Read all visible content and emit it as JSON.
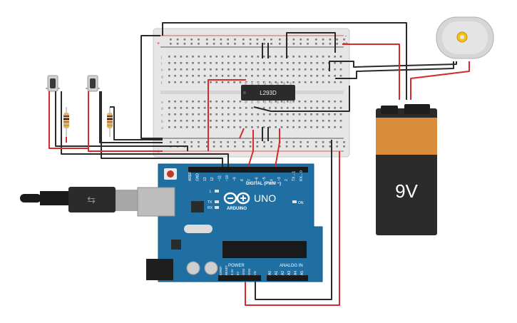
{
  "breadboard": {
    "row_letters_top": [
      "j",
      "i",
      "h",
      "g",
      "f"
    ],
    "row_letters_bottom": [
      "e",
      "d",
      "c",
      "b",
      "a"
    ],
    "plus": "+",
    "minus": "-"
  },
  "ic": {
    "label": "L293D"
  },
  "battery": {
    "label": "9V"
  },
  "arduino": {
    "logo_text": "ARDUINO",
    "model": "UNO",
    "digital_label": "DIGITAL (PWM ~)",
    "power_label": "POWER",
    "analog_label": "ANALOG IN",
    "on_label": "ON",
    "led_l": "L",
    "led_tx": "TX",
    "led_rx": "RX",
    "digital_pins": [
      "AREF",
      "GND",
      "13",
      "12",
      "~11",
      "~10",
      "~9",
      "8",
      "7",
      "~6",
      "~5",
      "4",
      "~3",
      "2",
      "TX→1",
      "RX←0"
    ],
    "power_pins": [
      "IOREF",
      "RESET",
      "3.3V",
      "5V",
      "GND",
      "GND",
      "Vin"
    ],
    "analog_pins": [
      "A0",
      "A1",
      "A2",
      "A3",
      "A4",
      "A5"
    ]
  },
  "colors": {
    "wire_red": "#d42b2b",
    "wire_black": "#2a2a2a",
    "board_blue": "#1f6fa3",
    "breadboard": "#e9e9e9",
    "battery_orange": "#d98c3a",
    "battery_dark": "#2b2b2b"
  }
}
